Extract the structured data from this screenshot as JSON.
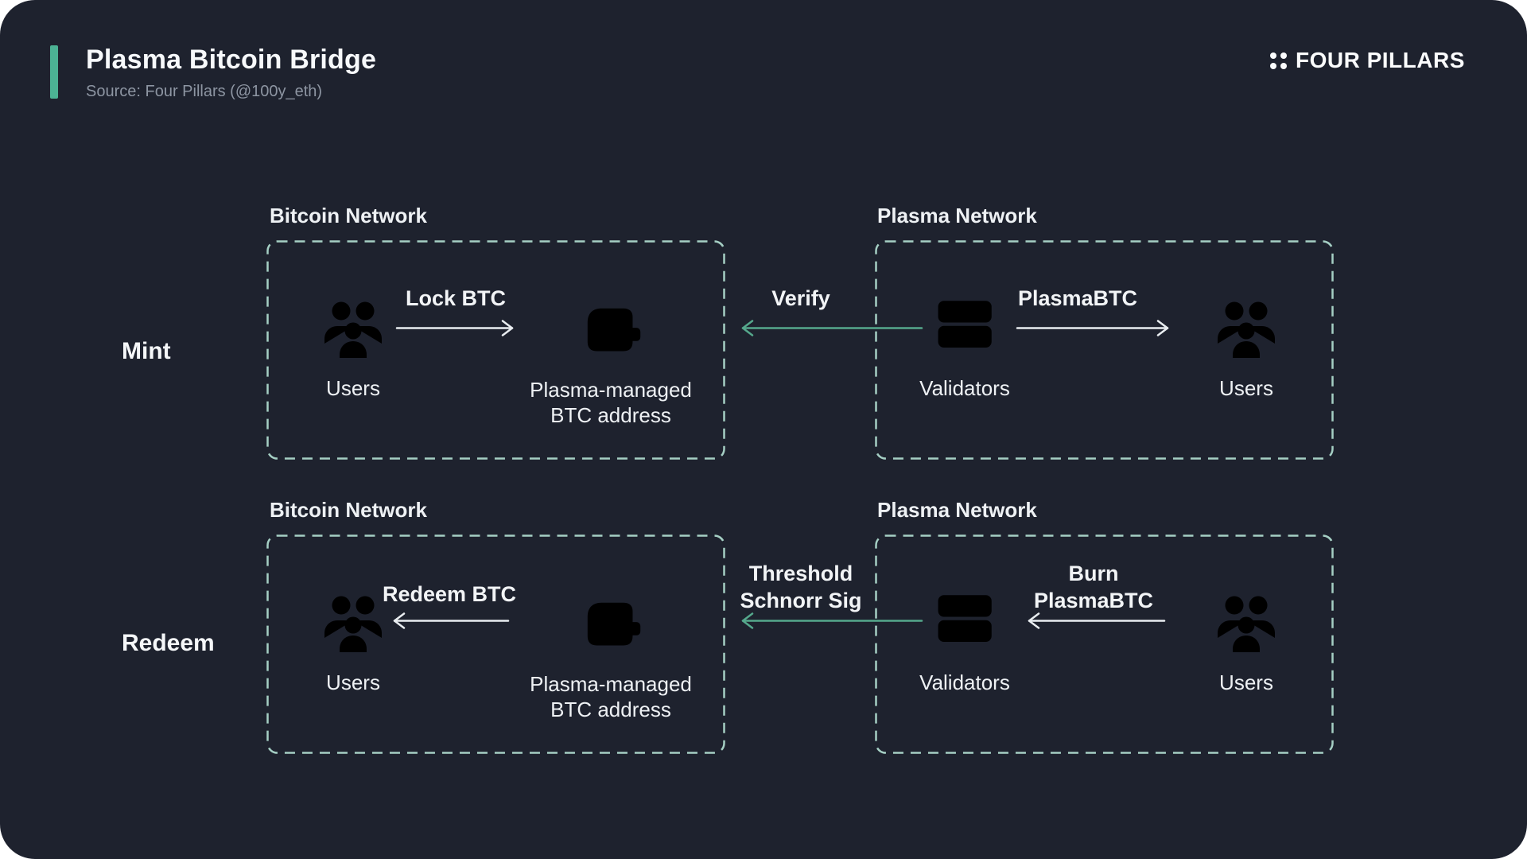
{
  "colors": {
    "page_bg": "#ffffff",
    "canvas_bg": "#1e222e",
    "accent": "#4cb294",
    "teal_arrow": "#55a88c",
    "white_arrow": "#e9edf0",
    "dash": "#a5cfc4",
    "muted": "#8d95a2"
  },
  "header": {
    "title": "Plasma Bitcoin Bridge",
    "source": "Source: Four Pillars (@100y_eth)",
    "brand": "FOUR PILLARS"
  },
  "rows": [
    {
      "label": "Mint",
      "bitcoin": {
        "title": "Bitcoin Network",
        "users_label": "Users",
        "arrow_line1": "Lock BTC",
        "arrow_line2": "",
        "wallet_line1": "Plasma-managed",
        "wallet_line2": "BTC address"
      },
      "bridge": {
        "line1": "Verify",
        "line2": ""
      },
      "plasma": {
        "title": "Plasma Network",
        "validators_label": "Validators",
        "arrow_line1": "PlasmaBTC",
        "arrow_line2": "",
        "users_label": "Users"
      }
    },
    {
      "label": "Redeem",
      "bitcoin": {
        "title": "Bitcoin Network",
        "users_label": "Users",
        "arrow_line1": "Redeem BTC",
        "arrow_line2": "",
        "wallet_line1": "Plasma-managed",
        "wallet_line2": "BTC address"
      },
      "bridge": {
        "line1": "Threshold",
        "line2": "Schnorr Sig"
      },
      "plasma": {
        "title": "Plasma Network",
        "validators_label": "Validators",
        "arrow_line1": "Burn",
        "arrow_line2": "PlasmaBTC",
        "users_label": "Users"
      }
    }
  ]
}
